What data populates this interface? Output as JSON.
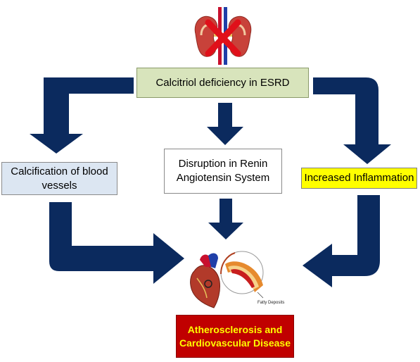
{
  "nodes": {
    "top": "Calcitriol deficiency in ESRD",
    "left": "Calcification of blood vessels",
    "middle": "Disruption in Renin Angiotensin System",
    "right": "Increased Inflammation",
    "bottom": "Atherosclerosis and Cardiovascular Disease"
  },
  "illustration": {
    "artery_label": "Fatty Deposits"
  },
  "colors": {
    "arrow": "#0b2a5e",
    "top_box": "#d8e4bc",
    "left_box": "#dce6f2",
    "right_box": "#ffff00",
    "bottom_box": "#c00000",
    "bottom_text": "#ffff00",
    "kidney": "#c8423a",
    "cross": "#e0101a"
  },
  "icons": [
    "kidneys-crossed-out-icon",
    "heart-and-artery-icon"
  ]
}
